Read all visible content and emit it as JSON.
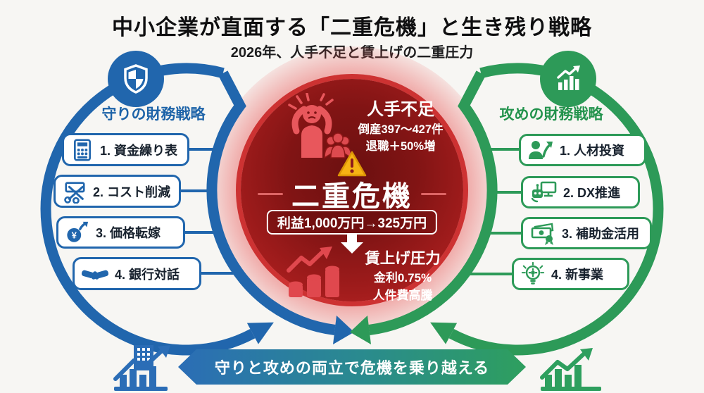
{
  "colors": {
    "blue": "#2166ad",
    "green": "#2d9a58",
    "crisis_dark_red": "#6b1010",
    "crisis_red": "#ba2424",
    "rim_red": "#cd3232",
    "glow_red": "#e74e4e",
    "warning_yellow": "#f7b414",
    "icon_salmon": "#e8575c",
    "banner_blue": "#2b6db6",
    "banner_green": "#2e9f5e",
    "text_dark": "#0f0f10",
    "white": "#ffffff"
  },
  "header": {
    "title": "中小企業が直面する「二重危機」と生き残り戦略",
    "subtitle": "2026年、人手不足と賃上げの二重圧力"
  },
  "defense": {
    "heading": "守りの財務戦略",
    "icon": "shield-check-icon",
    "items": [
      {
        "icon": "calculator-icon",
        "label": "1. 資金繰り表"
      },
      {
        "icon": "cost-cut-scissors-icon",
        "label": "2. コスト削減"
      },
      {
        "icon": "yen-up-icon",
        "label": "3. 価格転嫁"
      },
      {
        "icon": "handshake-icon",
        "label": "4. 銀行対話"
      }
    ]
  },
  "offense": {
    "heading": "攻めの財務戦略",
    "icon": "growth-chart-icon",
    "items": [
      {
        "icon": "person-up-icon",
        "label": "1. 人材投資"
      },
      {
        "icon": "robot-monitor-icon",
        "label": "2. DX推進"
      },
      {
        "icon": "subsidy-money-icon",
        "label": "3. 補助金活用"
      },
      {
        "icon": "lightbulb-gear-icon",
        "label": "4. 新事業"
      }
    ]
  },
  "crisis": {
    "title": "二重危機",
    "labor": {
      "heading": "人手不足",
      "stat1": "倒産397〜427件",
      "stat2": "退職＋50%増",
      "icon": "stressed-person-icon"
    },
    "warning_icon": "warning-triangle-icon",
    "profit_change": "利益1,000万円→325万円",
    "wage": {
      "heading": "賃上げ圧力",
      "stat1": "金利0.75%",
      "stat2": "人件費高騰",
      "icon": "coins-up-icon"
    }
  },
  "footer": {
    "banner": "守りと攻めの両立で危機を乗り越える",
    "left_icon": "building-growth-icon",
    "right_icon": "growth-arrow-icon"
  }
}
